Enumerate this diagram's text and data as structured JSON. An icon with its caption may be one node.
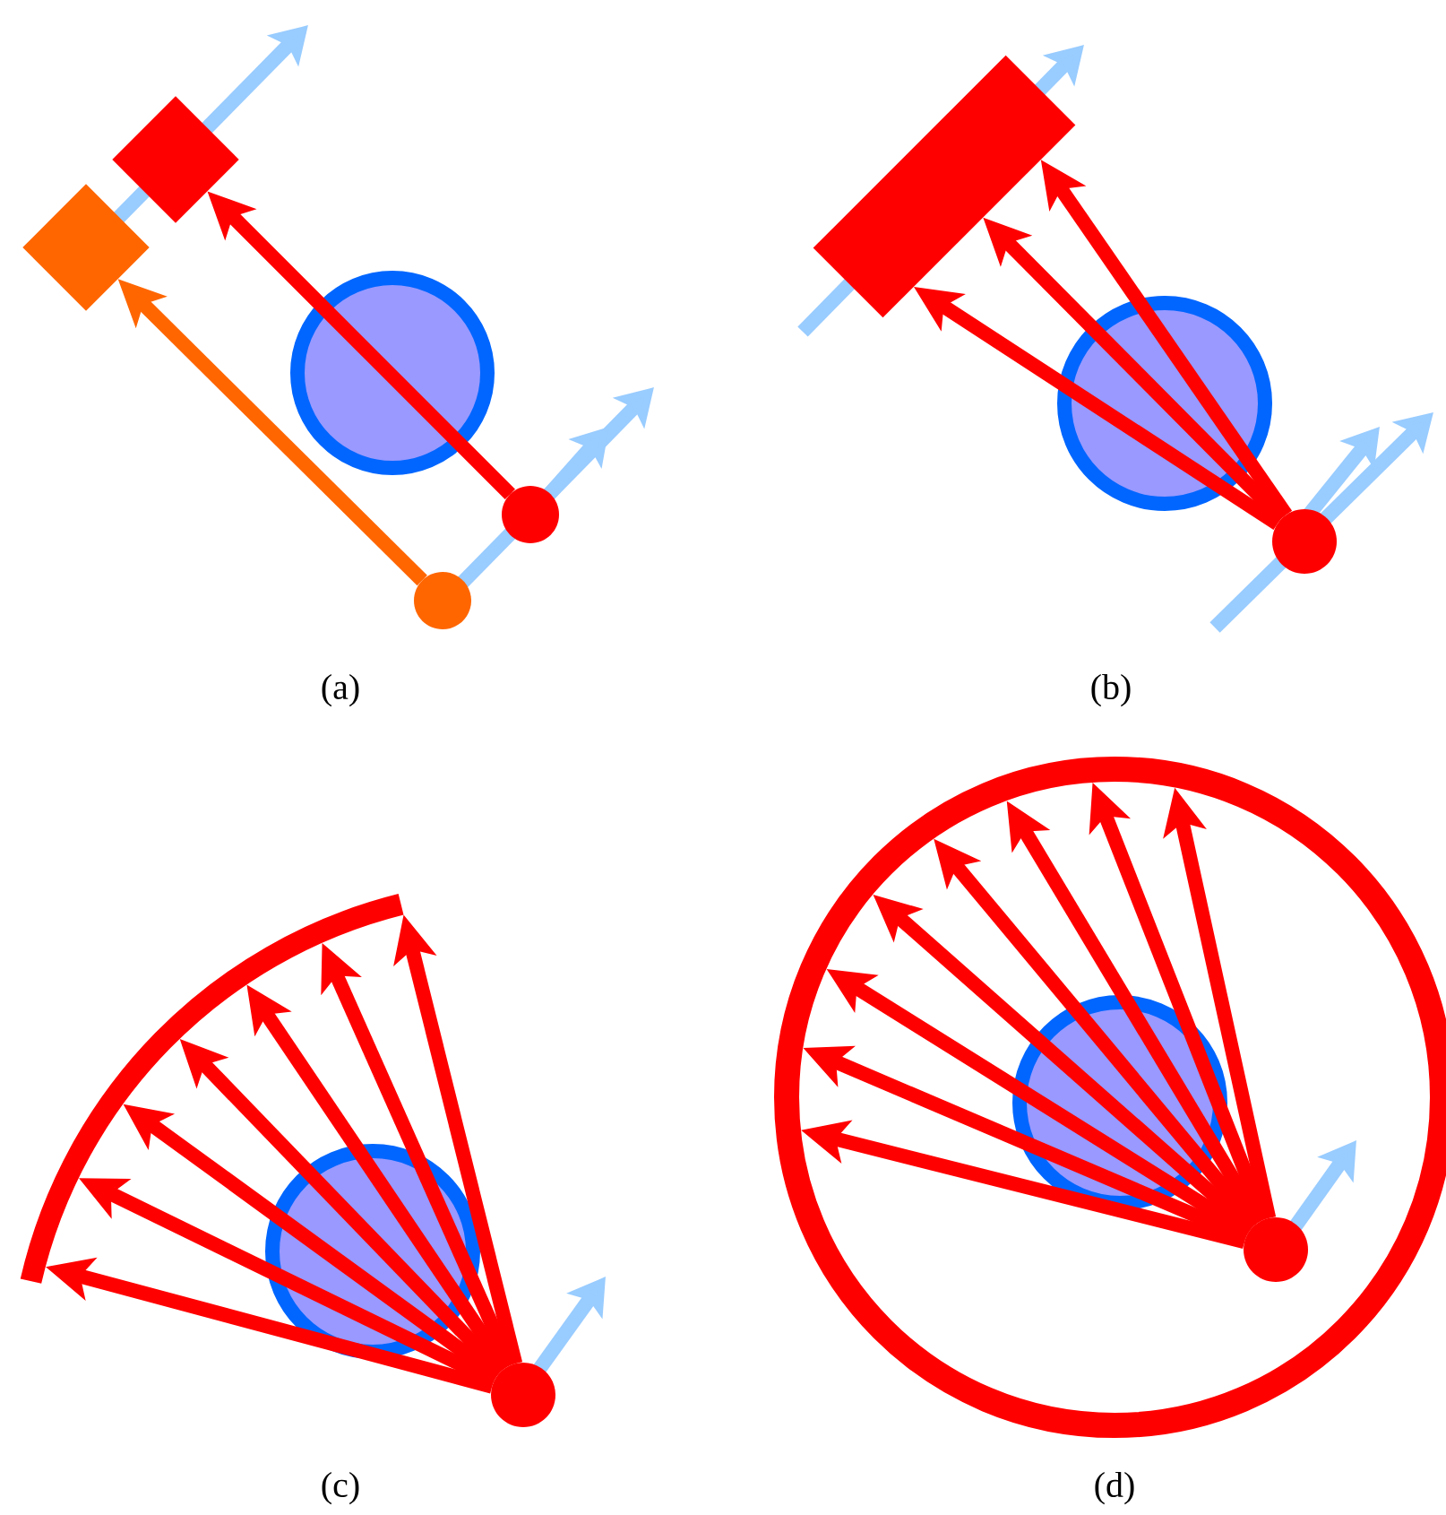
{
  "diagram": {
    "nodes": [
      {
        "text": [],
        "shape": "diamond"
      },
      {
        "text": [],
        "shape": "diamond"
      },
      {
        "text": [],
        "shape": "circle"
      },
      {
        "text": [],
        "shape": "circle"
      },
      {
        "text": [],
        "shape": "bar"
      },
      {
        "text": [],
        "shape": "circle"
      },
      {
        "text": [],
        "shape": "arc"
      },
      {
        "text": [],
        "shape": "circle"
      },
      {
        "text": [],
        "shape": "circle"
      },
      {
        "text": [],
        "shape": "circle",
        "in": 8
      }
    ],
    "edges": [
      {
        "from": 2,
        "to": 0,
        "arrow": "to",
        "color": "#ff6600"
      },
      {
        "from": 3,
        "to": 1,
        "arrow": "to"
      },
      {
        "from": 5,
        "to": 4,
        "arrow": "to"
      },
      {
        "from": 5,
        "to": 4,
        "arrow": "to"
      },
      {
        "from": 5,
        "to": 4,
        "arrow": "to"
      },
      {
        "from": 7,
        "to": 6,
        "arrow": "to"
      },
      {
        "from": 7,
        "to": 6,
        "arrow": "to"
      },
      {
        "from": 7,
        "to": 6,
        "arrow": "to"
      },
      {
        "from": 7,
        "to": 6,
        "arrow": "to"
      },
      {
        "from": 7,
        "to": 6,
        "arrow": "to"
      },
      {
        "from": 7,
        "to": 6,
        "arrow": "to"
      },
      {
        "from": 7,
        "to": 6,
        "arrow": "to"
      },
      {
        "from": 9,
        "to": 8,
        "arrow": "to"
      },
      {
        "from": 9,
        "to": 8,
        "arrow": "to"
      },
      {
        "from": 9,
        "to": 8,
        "arrow": "to"
      },
      {
        "from": 9,
        "to": 8,
        "arrow": "to"
      },
      {
        "from": 9,
        "to": 8,
        "arrow": "to"
      },
      {
        "from": 9,
        "to": 8,
        "arrow": "to"
      },
      {
        "from": 9,
        "to": 8,
        "arrow": "to"
      },
      {
        "from": 9,
        "to": 8,
        "arrow": "to"
      }
    ],
    "labels": [
      "(a)",
      "(b)",
      "(c)",
      "(d)"
    ]
  }
}
